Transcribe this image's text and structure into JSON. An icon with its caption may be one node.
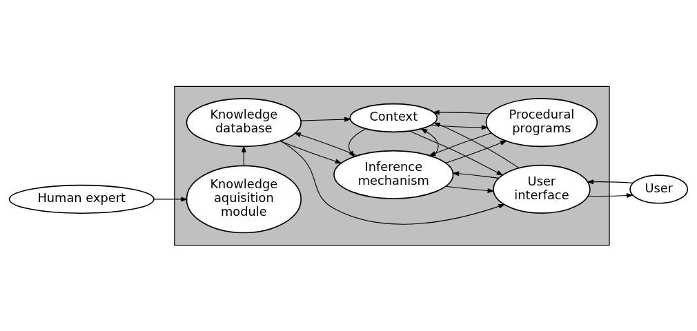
{
  "diagram": {
    "nodes": [
      {
        "text": [
          "Human expert"
        ]
      },
      {
        "text": [],
        "shape": "box"
      },
      {
        "text": [
          "Knowledge aquisition module"
        ],
        "in": 1
      },
      {
        "text": [
          "Knowledge database"
        ],
        "in": 1
      },
      {
        "text": [
          "User interface"
        ],
        "in": 1
      },
      {
        "text": [
          "Inference mechanism"
        ],
        "in": 1
      },
      {
        "text": [
          "Procedural programs"
        ],
        "in": 1
      },
      {
        "text": [
          "Context"
        ],
        "in": 1
      },
      {
        "text": [
          "User"
        ]
      }
    ],
    "edges": [
      {
        "from": 0,
        "to": 2,
        "arrow": "to"
      },
      {
        "from": 2,
        "to": 3,
        "arrow": "to"
      },
      {
        "from": 3,
        "to": 4,
        "arrow": "to"
      },
      {
        "from": 5,
        "to": 3,
        "arrow": "to"
      },
      {
        "from": 3,
        "to": 5,
        "arrow": "to"
      },
      {
        "from": 4,
        "to": 5,
        "arrow": "to"
      },
      {
        "from": 5,
        "to": 4,
        "arrow": "to"
      },
      {
        "from": 5,
        "to": 6,
        "arrow": "to"
      },
      {
        "from": 6,
        "to": 5,
        "arrow": "to"
      },
      {
        "from": 5,
        "to": 7,
        "arrow": "to"
      },
      {
        "from": 7,
        "to": 5,
        "arrow": "to"
      },
      {
        "from": 3,
        "to": 7,
        "arrow": "to"
      },
      {
        "from": 4,
        "to": 7,
        "arrow": "to"
      },
      {
        "from": 7,
        "to": 4,
        "arrow": "to"
      },
      {
        "from": 7,
        "to": 6,
        "arrow": "to"
      },
      {
        "from": 6,
        "to": 7,
        "arrow": "to"
      },
      {
        "from": 4,
        "to": 8,
        "arrow": "to"
      },
      {
        "from": 8,
        "to": 4,
        "arrow": "to"
      }
    ]
  }
}
